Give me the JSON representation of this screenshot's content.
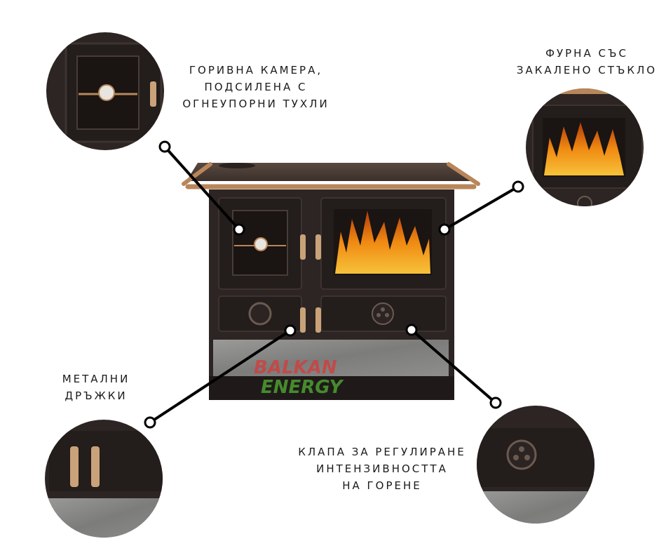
{
  "callouts": {
    "chamber": [
      "ГОРИВНА КАМЕРА,",
      "ПОДСИЛЕНА С",
      "ОГНЕУПОРНИ ТУХЛИ"
    ],
    "oven": [
      "ФУРНА СЪС",
      "ЗАКАЛЕНО СТЪКЛО"
    ],
    "handles": [
      "МЕТАЛНИ",
      "ДРЪЖКИ"
    ],
    "damper": [
      "КЛАПА ЗА РЕГУЛИРАНЕ",
      "ИНТЕНЗИВНОСТТА",
      "НА ГОРЕНЕ"
    ]
  },
  "watermark": {
    "line1": "BALKAN",
    "line2": "ENERGY"
  },
  "colors": {
    "stove_body": "#2c2523",
    "stove_dark": "#1f1a19",
    "brass": "#b8865a",
    "fire": "#f08a12",
    "watermark_red": "#d63a3a",
    "watermark_green": "#4fa832"
  }
}
